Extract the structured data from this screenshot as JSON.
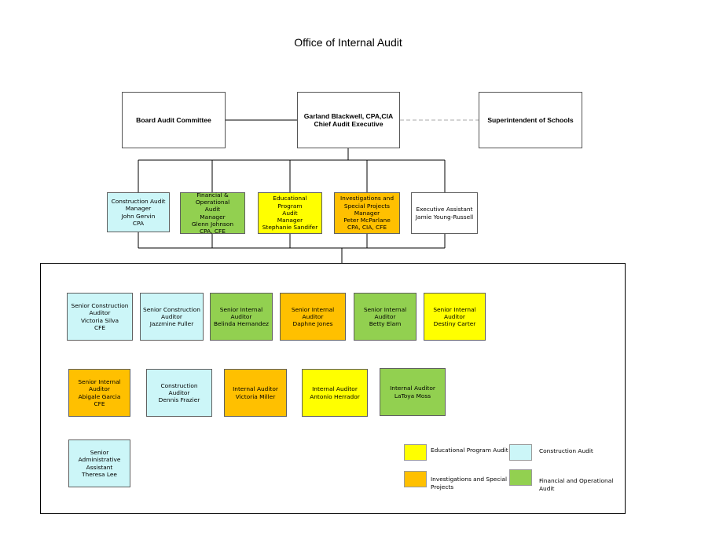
{
  "title": "Office of Internal Audit",
  "top_row": {
    "board": "Board Audit Committee",
    "chief": "Garland Blackwell, CPA,CIA\nChief Audit Executive",
    "superintendent": "Superintendent of Schools"
  },
  "managers": [
    {
      "text": "Construction Audit\nManager\nJohn Gervin\nCPA",
      "color": "#ccf6f8"
    },
    {
      "text": "Financial & Operational\nAudit\nManager\nGlenn Johnson\nCPA, CFE",
      "color": "#92d050"
    },
    {
      "text": "Educational Program\nAudit\nManager\nStephanie Sandifer",
      "color": "#ffff00"
    },
    {
      "text": "Investigations and\nSpecial Projects\nManager\nPeter McParlane\nCPA, CIA, CFE",
      "color": "#ffc000"
    },
    {
      "text": "Executive Assistant\nJamie Young-Russell",
      "color": "#ffffff"
    }
  ],
  "staff_row1": [
    {
      "text": "Senior Construction\nAuditor\nVictoria Silva\nCFE",
      "color": "#ccf6f8"
    },
    {
      "text": "Senior Construction\nAuditor\nJazzmine Fuller",
      "color": "#ccf6f8"
    },
    {
      "text": "Senior Internal\nAuditor\nBelinda Hernandez",
      "color": "#92d050"
    },
    {
      "text": "Senior Internal\nAuditor\nDaphne Jones",
      "color": "#ffc000"
    },
    {
      "text": "Senior Internal\nAuditor\nBetty Elam",
      "color": "#92d050"
    },
    {
      "text": "Senior Internal\nAuditor\nDestiny Carter",
      "color": "#ffff00"
    }
  ],
  "staff_row2": [
    {
      "text": "Senior Internal\nAuditor\nAbigale Garcia\nCFE",
      "color": "#ffc000"
    },
    {
      "text": "Construction Auditor\nDennis Frazier",
      "color": "#ccf6f8"
    },
    {
      "text": "Internal Auditor\nVictoria Miller",
      "color": "#ffc000"
    },
    {
      "text": "Internal Auditor\nAntonio Herrador",
      "color": "#ffff00"
    },
    {
      "text": "Internal Auditor\nLaToya Moss",
      "color": "#92d050"
    }
  ],
  "staff_row3": [
    {
      "text": "Senior Administrative\nAssistant\nTheresa Lee",
      "color": "#ccf6f8"
    }
  ],
  "legend": [
    {
      "label": "Educational Program Audit",
      "color": "#ffff00"
    },
    {
      "label": "Construction Audit",
      "color": "#ccf6f8"
    },
    {
      "label": "Investigations and Special\nProjects",
      "color": "#ffc000"
    },
    {
      "label": "Financial and Operational\nAudit",
      "color": "#92d050"
    }
  ]
}
